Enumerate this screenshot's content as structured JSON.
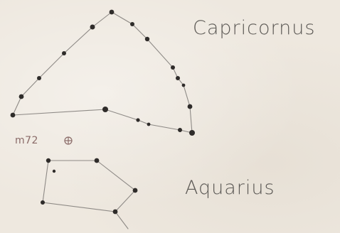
{
  "labels": {
    "capricornus": "Capricornus",
    "aquarius": "Aquarius",
    "m72": "m72"
  },
  "icons": {
    "cluster_marker": "circled-plus-icon"
  },
  "colors": {
    "paper": "#eee8df",
    "pencil_line": "#8e8a86",
    "star": "#2f2c2a",
    "text": "#5c5955"
  }
}
